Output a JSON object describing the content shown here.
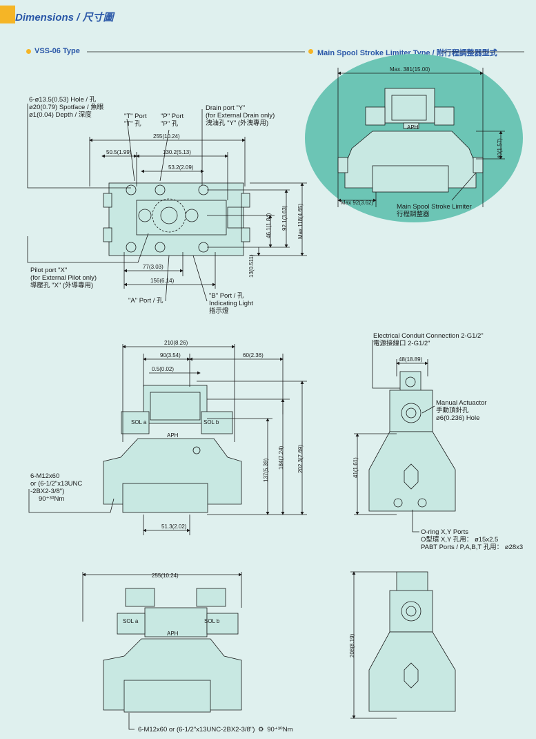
{
  "header": {
    "title": "Dimensions / 尺寸圖"
  },
  "sections": {
    "vss": "VSS-06 Type",
    "limiter": "Main Spool Stroke Limiter Type / 附行程調整器型式"
  },
  "top_labels": {
    "hole": [
      "6-ø13.5(0.53) Hole / 孔",
      "ø20(0.79) Spotface / 魚眼",
      "ø1(0.04) Depth / 深度"
    ],
    "t_port": [
      "\"T\" Port",
      "\"T\" 孔"
    ],
    "p_port": [
      "\"P\" Port",
      "\"P\" 孔"
    ],
    "drain": [
      "Drain port \"Y\"",
      "(for External Drain only)",
      "洩油孔 \"Y\" (外洩專用)"
    ],
    "pilot": [
      "Pilot port \"X\"",
      "(for External Pilot only)",
      "導壓孔 \"X\" (外導專用)"
    ],
    "a_port": "\"A\" Port / 孔",
    "b_port": [
      "\"B\" Port / 孔",
      "Indicating Light",
      "指示燈"
    ]
  },
  "top_dims": {
    "d255": "255(10.24)",
    "d50": "50.5(1.99)",
    "d130": "130.2(5.13)",
    "d53": "53.2(2.09)",
    "d77": "77(3.03)",
    "d156": "156(6.14)",
    "d46": "46.1(1.84)",
    "d92": "92.1(3.63)",
    "d118": "Max.118(4.65)",
    "d13": "13(0.511)"
  },
  "limiter": {
    "max381": "Max. 381(15.00)",
    "d40": "40(1.57)",
    "max92": "Max 92(3.62)",
    "label": [
      "Main Spool Stroke Limiter",
      "行程調整器"
    ]
  },
  "front_dims": {
    "d210": "210(8.26)",
    "d90": "90(3.54)",
    "d60": "60(2.36)",
    "d05": "0.5(0.02)",
    "d137": "137(5.39)",
    "d184": "184(7.24)",
    "d202": "202.3(7.69)",
    "d51": "51.3(2.02)"
  },
  "front_labels": {
    "bolts": [
      "6-M12x60",
      "or (6-1/2\"x13UNC",
      "-2BX2-3/8\")",
      "90⁺³⁰Nm"
    ],
    "sol_a": "SOL a",
    "sol_b": "SOL b",
    "brand": "APH"
  },
  "side_labels": {
    "conduit": [
      "Electrical Conduit Connection 2-G1/2\"",
      "電源接線口 2-G1/2\""
    ],
    "d48": "48(18.89)",
    "manual": [
      "Manual Actuactor",
      "手動頂針孔",
      "ø6(0.236) Hole"
    ],
    "d41": "41(1.61)",
    "oring": [
      "O-ring X,Y Ports",
      "O型環 X,Y 孔用： ø15x2.5",
      "PABT Ports / P,A,B,T 孔用： ø28x3"
    ]
  },
  "bottom": {
    "d255": "255(10.24)",
    "d208": "208(8.19)",
    "bolts": "6-M12x60 or (6-1/2\"x13UNC-2BX2-3/8\")",
    "torque": "90⁺³⁰Nm",
    "sol_a": "SOL a",
    "sol_b": "SOL b",
    "brand": "APH"
  },
  "colors": {
    "bg": "#dff0ee",
    "part": "#c8e8e2",
    "line": "#1a1a1a",
    "accent": "#f5b526",
    "title": "#2b58a8",
    "highlight": "#6cc5b5"
  }
}
